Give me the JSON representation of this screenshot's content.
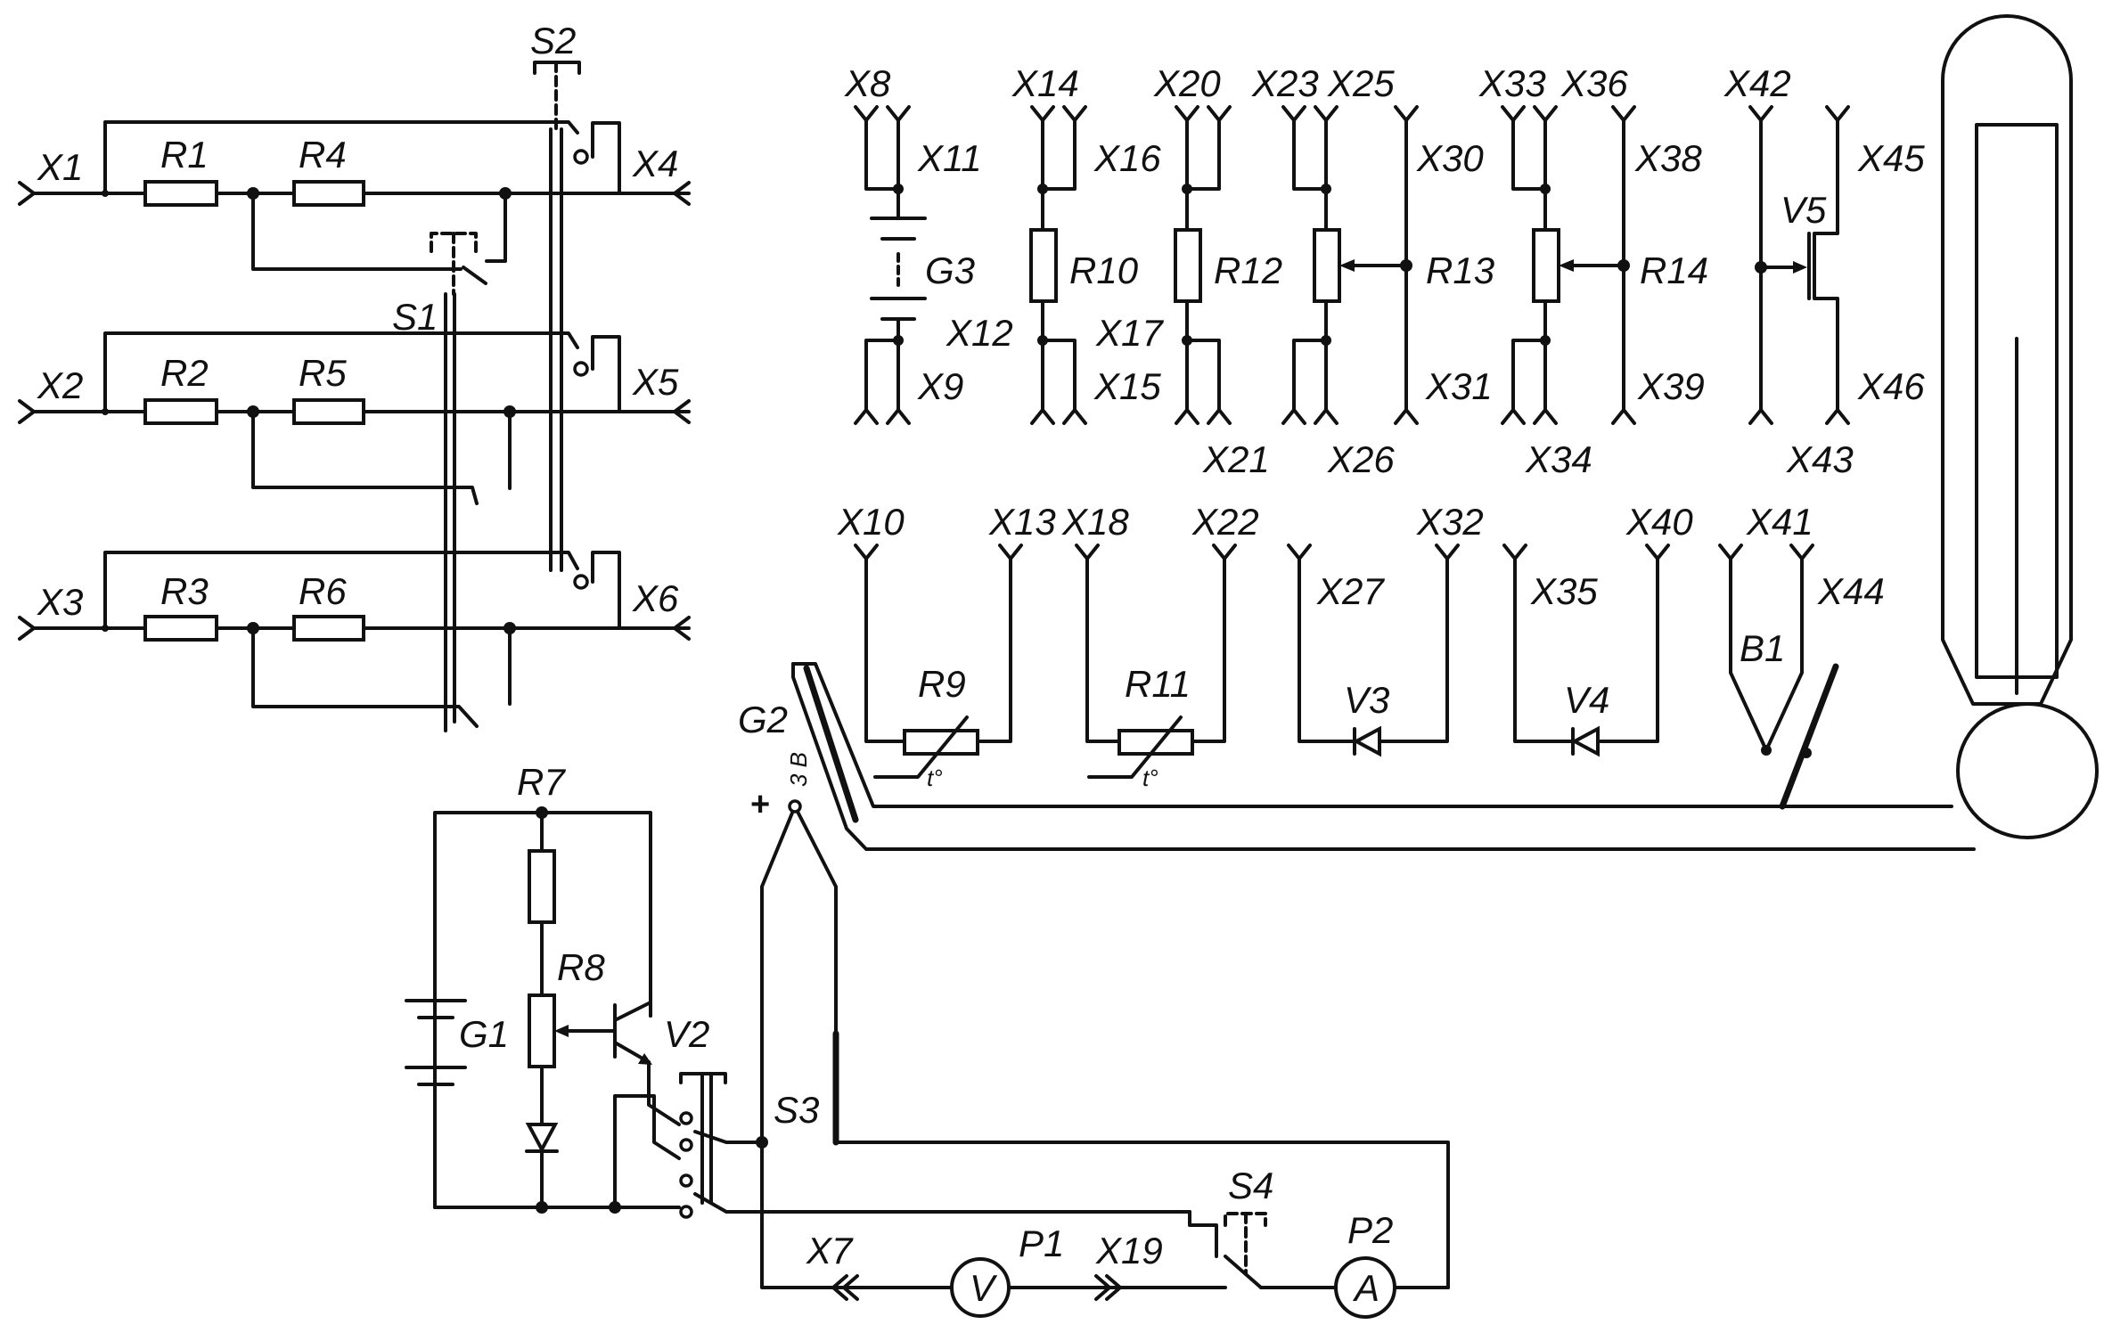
{
  "connectors": {
    "x1": "X1",
    "x2": "X2",
    "x3": "X3",
    "x4": "X4",
    "x5": "X5",
    "x6": "X6",
    "x7": "X7",
    "x8": "X8",
    "x9": "X9",
    "x10": "X10",
    "x11": "X11",
    "x12": "X12",
    "x13": "X13",
    "x14": "X14",
    "x15": "X15",
    "x16": "X16",
    "x17": "X17",
    "x18": "X18",
    "x19": "X19",
    "x20": "X20",
    "x21": "X21",
    "x22": "X22",
    "x23": "X23",
    "x25": "X25",
    "x26": "X26",
    "x27": "X27",
    "x30": "X30",
    "x31": "X31",
    "x32": "X32",
    "x33": "X33",
    "x34": "X34",
    "x35": "X35",
    "x36": "X36",
    "x38": "X38",
    "x39": "X39",
    "x40": "X40",
    "x41": "X41",
    "x42": "X42",
    "x43": "X43",
    "x44": "X44",
    "x45": "X45",
    "x46": "X46"
  },
  "resistors": {
    "r1": "R1",
    "r2": "R2",
    "r3": "R3",
    "r4": "R4",
    "r5": "R5",
    "r6": "R6",
    "r7": "R7",
    "r8": "R8",
    "r9": "R9",
    "r10": "R10",
    "r11": "R11",
    "r12": "R12",
    "r13": "R13",
    "r14": "R14"
  },
  "switches": {
    "s1": "S1",
    "s2": "S2",
    "s3": "S3",
    "s4": "S4"
  },
  "sources": {
    "g1": "G1",
    "g2": "G2",
    "g3": "G3",
    "g2_voltage": "3 В",
    "g2_polarity": "+"
  },
  "semiconductors": {
    "v2": "V2",
    "v3": "V3",
    "v4": "V4",
    "v5": "V5"
  },
  "meters": {
    "p1": "P1",
    "p2": "P2",
    "p1_symbol": "V",
    "p2_symbol": "A"
  },
  "sensor": {
    "b1": "B1"
  },
  "thermistor_mark": "t°"
}
